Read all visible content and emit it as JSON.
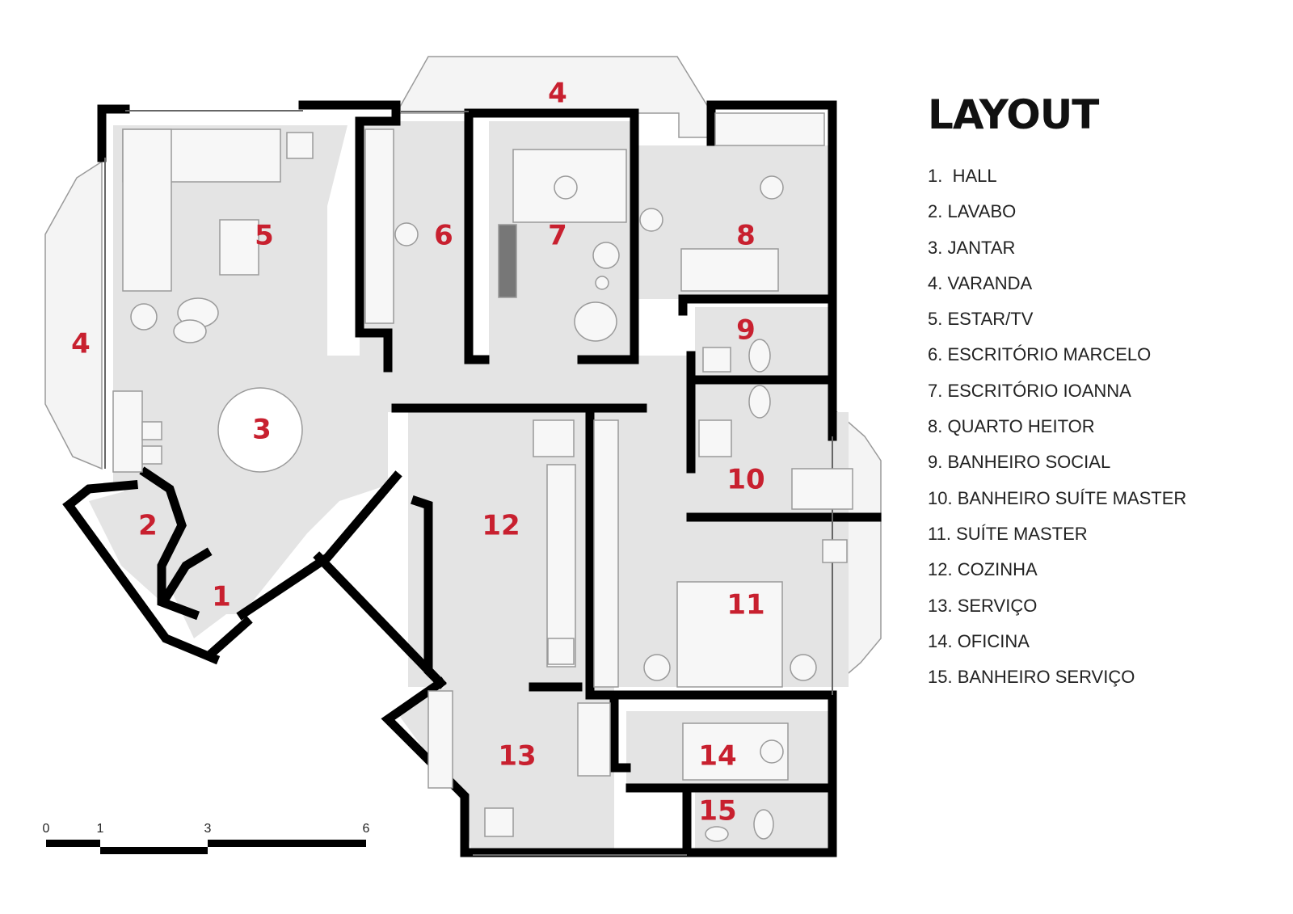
{
  "legend": {
    "title": "LAYOUT",
    "items": [
      "1.  HALL",
      "2. LAVABO",
      "3. JANTAR",
      "4. VARANDA",
      "5. ESTAR/TV",
      "6. ESCRITÓRIO MARCELO",
      "7. ESCRITÓRIO IOANNA",
      "8. QUARTO HEITOR",
      "9. BANHEIRO SOCIAL",
      "10. BANHEIRO SUÍTE MASTER",
      "11. SUÍTE MASTER",
      "12. COZINHA",
      "13. SERVIÇO",
      "14. OFICINA",
      "15. BANHEIRO SERVIÇO"
    ]
  },
  "room_labels": {
    "r1": "1",
    "r2": "2",
    "r3": "3",
    "r4a": "4",
    "r4b": "4",
    "r5": "5",
    "r6": "6",
    "r7": "7",
    "r8": "8",
    "r9": "9",
    "r10": "10",
    "r11": "11",
    "r12": "12",
    "r13": "13",
    "r14": "14",
    "r15": "15"
  },
  "scale_bar": {
    "t0": "0",
    "t1": "1",
    "t3": "3",
    "t6": "6"
  },
  "colors": {
    "label": "#c8202f",
    "floor": "#e4e4e4",
    "wall": "#000000",
    "balcony": "#f4f4f4"
  }
}
